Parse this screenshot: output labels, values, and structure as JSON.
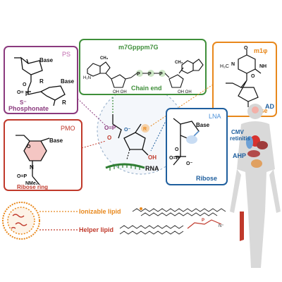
{
  "ps": {
    "tag": "PS",
    "base1": "Base",
    "base2": "Base",
    "r": "R",
    "sulfur": "S⁻",
    "label": "Phosphonate"
  },
  "cap": {
    "title": "m7Gpppm7G",
    "label": "Chain end",
    "methyl": "CH₃"
  },
  "m1psi": {
    "tag": "m1φ",
    "label": "Base",
    "methyl": "H₃C"
  },
  "pmo": {
    "tag": "PMO",
    "base": "Base",
    "n": "N",
    "nme2": "NMe₂",
    "label": "Ribose ring"
  },
  "core": {
    "r": "R",
    "oh": "OH",
    "rna": "RNA"
  },
  "lna": {
    "tag": "LNA",
    "base": "Base",
    "label": "Ribose"
  },
  "body": {
    "ad": "AD",
    "cmv": "CMV\nretinitis",
    "ahp": "AHP"
  },
  "lnp": {
    "ionizable": "Ionizable lipid",
    "helper": "Helper lipid"
  },
  "colors": {
    "purple": "#8b3a7e",
    "green": "#3f8f3a",
    "orange": "#e8881c",
    "red": "#c0392b",
    "blue": "#1f5f9e"
  }
}
